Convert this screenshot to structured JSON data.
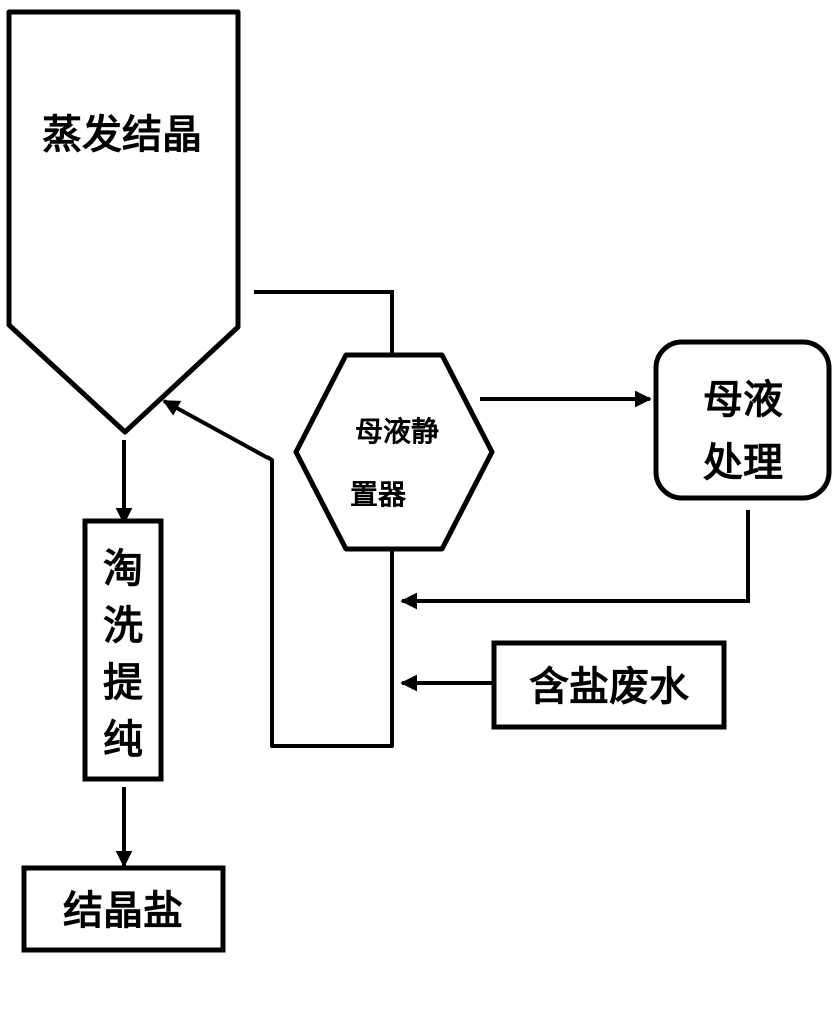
{
  "diagram": {
    "type": "process-flow",
    "stroke_color": "#000000",
    "background": "#ffffff",
    "nodes": {
      "evaporator": {
        "label": "蒸发结晶",
        "shape": "hopper"
      },
      "settler": {
        "line1": "母液静",
        "line2": "置器",
        "shape": "hexagon"
      },
      "mother_liquor": {
        "line1": "母液",
        "line2": "处理",
        "shape": "rounded-rect"
      },
      "wastewater": {
        "label": "含盐废水",
        "shape": "rect"
      },
      "elutriation": {
        "chars": [
          "淘",
          "洗",
          "提",
          "纯"
        ],
        "shape": "rect"
      },
      "salt": {
        "label": "结晶盐",
        "shape": "rect"
      }
    },
    "edges": [
      {
        "from": "evaporator",
        "to": "settler",
        "label": ""
      },
      {
        "from": "settler",
        "to": "mother_liquor",
        "label": ""
      },
      {
        "from": "mother_liquor",
        "to": "settler-return-pipe",
        "label": ""
      },
      {
        "from": "wastewater",
        "to": "settler-return-pipe",
        "label": ""
      },
      {
        "from": "settler-return-pipe",
        "to": "evaporator",
        "label": ""
      },
      {
        "from": "evaporator",
        "to": "elutriation",
        "label": ""
      },
      {
        "from": "elutriation",
        "to": "salt",
        "label": ""
      }
    ]
  }
}
